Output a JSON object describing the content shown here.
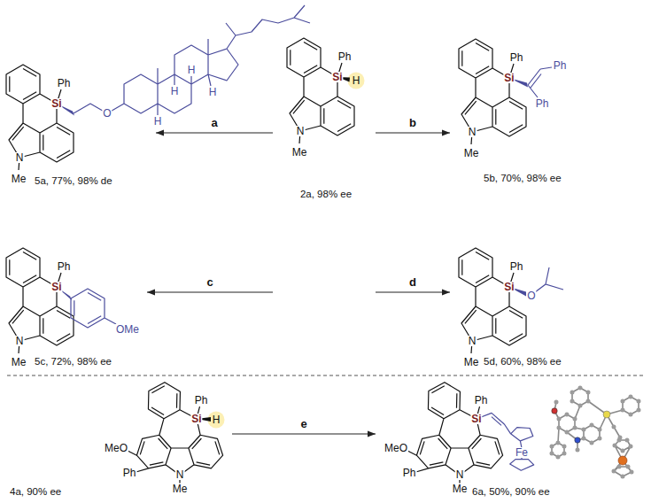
{
  "diagram": {
    "nodes": [
      {
        "text": [
          "Ph",
          "Si",
          "O",
          "N",
          "Me",
          "5a, 77%, 98% de"
        ]
      },
      {
        "text": [
          "Ph",
          "Si",
          "H",
          "N",
          "Me",
          "2a, 98% ee"
        ]
      },
      {
        "text": [
          "Ph",
          "Si",
          "Ph",
          "Ph",
          "N",
          "Me",
          "5b, 70%, 98% ee"
        ]
      },
      {
        "text": [
          "Ph",
          "Si",
          "OMe",
          "N",
          "Me",
          "5c, 72%, 98% ee"
        ]
      },
      {
        "text": [
          "Ph",
          "Si",
          "O",
          "N",
          "Me",
          "5d, 60%, 98% ee"
        ]
      },
      {
        "text": [
          "MeO",
          "Ph",
          "Si",
          "H",
          "Ph",
          "N",
          "Me",
          "4a, 90% ee"
        ]
      },
      {
        "text": [
          "MeO",
          "Ph",
          "Si",
          "Ph",
          "N",
          "Me",
          "Fe",
          "6a, 50%, 90% ee"
        ]
      }
    ],
    "edges": [
      {
        "from": 1,
        "to": 0,
        "arrow": "to",
        "label": "a"
      },
      {
        "from": 1,
        "to": 2,
        "arrow": "to",
        "label": "b"
      },
      {
        "from": 1,
        "to": 3,
        "arrow": "to",
        "label": "c"
      },
      {
        "from": 1,
        "to": 4,
        "arrow": "to",
        "label": "d"
      },
      {
        "from": 5,
        "to": 6,
        "arrow": "to",
        "label": "e"
      }
    ],
    "labels": [
      "H",
      "H",
      "H",
      "H"
    ]
  }
}
